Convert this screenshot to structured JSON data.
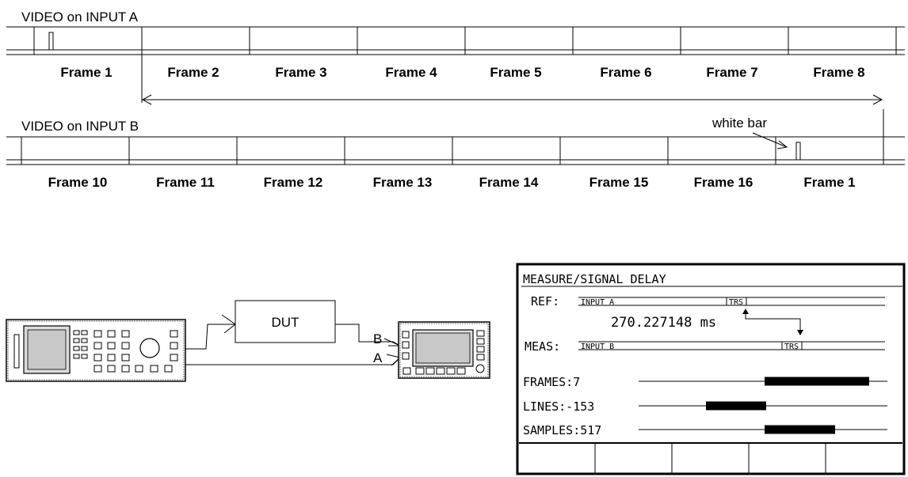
{
  "timeline_a": {
    "title": "VIDEO on INPUT A",
    "frames": [
      "Frame 1",
      "Frame 2",
      "Frame 3",
      "Frame 4",
      "Frame 5",
      "Frame 6",
      "Frame 7",
      "Frame 8"
    ]
  },
  "timeline_b": {
    "title": "VIDEO on INPUT B",
    "frames": [
      "Frame 10",
      "Frame 11",
      "Frame 12",
      "Frame 13",
      "Frame 14",
      "Frame 15",
      "Frame 16",
      "Frame 1"
    ],
    "annotation": "white bar"
  },
  "setup": {
    "dut_label": "DUT",
    "input_b_label": "B",
    "input_a_label": "A"
  },
  "display": {
    "title": "MEASURE/SIGNAL DELAY",
    "ref_label": "REF:",
    "ref_input": "INPUT A",
    "ref_trs": "TRS",
    "delay_value": "270.227148 ms",
    "meas_label": "MEAS:",
    "meas_input": "INPUT B",
    "meas_trs": "TRS",
    "frames_label": "FRAMES:7",
    "lines_label": "LINES:-153",
    "samples_label": "SAMPLES:517",
    "softkeys": [
      "",
      "",
      "",
      "",
      ""
    ]
  }
}
